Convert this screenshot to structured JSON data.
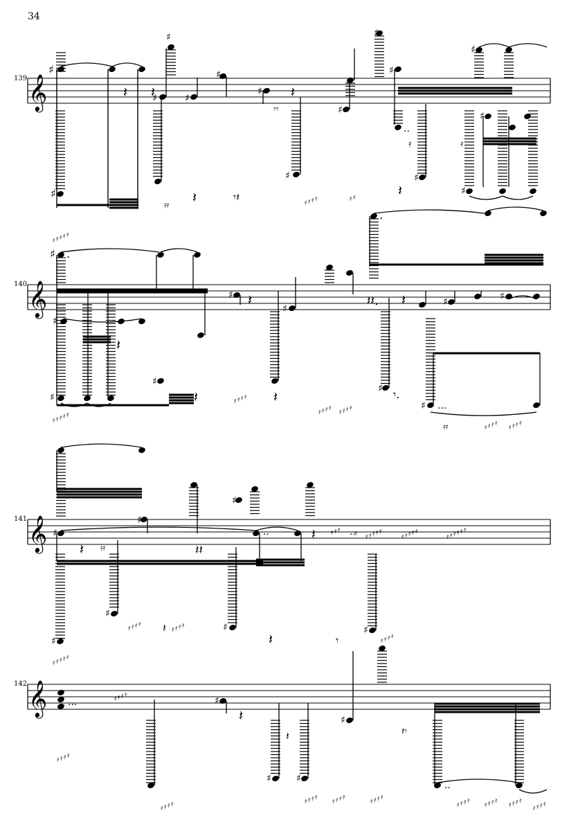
{
  "page": {
    "number": "34"
  },
  "systems": [
    {
      "measure": "139"
    },
    {
      "measure": "140"
    },
    {
      "measure": "141"
    },
    {
      "measure": "142"
    }
  ],
  "glyphs": {
    "sharp": "♯",
    "clef": "𝄞",
    "quarter_rest": "𝄽",
    "eighth_rest": "𝄾",
    "sixteenth_rest": "𝄿"
  }
}
